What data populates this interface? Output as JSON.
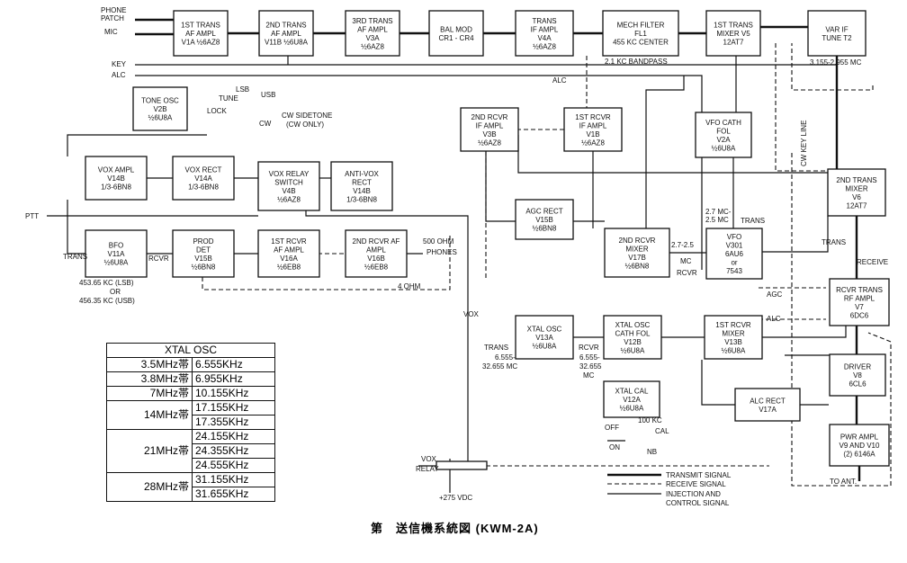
{
  "blocks": [
    {
      "id": "af1",
      "lines": [
        "1ST TRANS",
        "AF AMPL",
        "V1A  ½6AZ8"
      ]
    },
    {
      "id": "af2",
      "lines": [
        "2ND TRANS",
        "AF AMPL",
        "V11B  ½6U8A"
      ]
    },
    {
      "id": "af3",
      "lines": [
        "3RD TRANS",
        "AF AMPL",
        "V3A",
        "½6AZ8"
      ]
    },
    {
      "id": "balmod",
      "lines": [
        "BAL MOD",
        "CR1 - CR4"
      ]
    },
    {
      "id": "transif",
      "lines": [
        "TRANS",
        "IF AMPL",
        "V4A",
        "½6AZ8"
      ]
    },
    {
      "id": "mech",
      "lines": [
        "MECH FILTER",
        "FL1",
        "455 KC CENTER"
      ]
    },
    {
      "id": "mixer5",
      "lines": [
        "1ST TRANS",
        "MIXER V5",
        "12AT7"
      ]
    },
    {
      "id": "varif",
      "lines": [
        "VAR IF",
        "TUNE T2"
      ]
    },
    {
      "id": "toneosc",
      "lines": [
        "TONE OSC",
        "V2B",
        "½6U8A"
      ]
    },
    {
      "id": "rcvrif2",
      "lines": [
        "2ND RCVR",
        "IF AMPL",
        "V3B",
        "½6AZ8"
      ]
    },
    {
      "id": "rcvrif1",
      "lines": [
        "1ST RCVR",
        "IF AMPL",
        "V1B",
        "½6AZ8"
      ]
    },
    {
      "id": "vfocath",
      "lines": [
        "VFO CATH",
        "FOL",
        "V2A",
        "½6U8A"
      ]
    },
    {
      "id": "voxampl",
      "lines": [
        "VOX AMPL",
        "V14B",
        "1/3-6BN8"
      ]
    },
    {
      "id": "voxrect",
      "lines": [
        "VOX RECT",
        "V14A",
        "1/3-6BN8"
      ]
    },
    {
      "id": "voxrelay",
      "lines": [
        "VOX RELAY",
        "SWITCH",
        "V4B",
        "½6AZ8"
      ]
    },
    {
      "id": "antivox",
      "lines": [
        "ANTI-VOX",
        "RECT",
        "V14B",
        "1/3-6BN8"
      ]
    },
    {
      "id": "mixer6",
      "lines": [
        "2ND TRANS",
        "MIXER",
        "V6",
        "12AT7"
      ]
    },
    {
      "id": "agc",
      "lines": [
        "AGC RECT",
        "V15B",
        "½6BN8"
      ]
    },
    {
      "id": "bfo",
      "lines": [
        "BFO",
        "V11A",
        "½6U8A"
      ]
    },
    {
      "id": "proddet",
      "lines": [
        "PROD",
        "DET",
        "V15B",
        "½6BN8"
      ]
    },
    {
      "id": "rcvraf1",
      "lines": [
        "1ST RCVR",
        "AF AMPL",
        "V16A",
        "½6EB8"
      ]
    },
    {
      "id": "rcvraf2",
      "lines": [
        "2ND RCVR AF",
        "AMPL",
        "V16B",
        "½6EB8"
      ]
    },
    {
      "id": "rcvrmix2",
      "lines": [
        "2ND RCVR",
        "MIXER",
        "V17B",
        "½6BN8"
      ]
    },
    {
      "id": "vfo",
      "lines": [
        "VFO",
        "V301",
        "6AU6",
        "or",
        "7543"
      ]
    },
    {
      "id": "rfampl",
      "lines": [
        "RCVR TRANS",
        "RF AMPL",
        "V7",
        "6DC6"
      ]
    },
    {
      "id": "xtalosc",
      "lines": [
        "XTAL OSC",
        "V13A",
        "½6U8A"
      ]
    },
    {
      "id": "xtalcath",
      "lines": [
        "XTAL OSC",
        "CATH FOL",
        "V12B",
        "½6U8A"
      ]
    },
    {
      "id": "rcvrmix1",
      "lines": [
        "1ST RCVR",
        "MIXER",
        "V13B",
        "½6U8A"
      ]
    },
    {
      "id": "driver",
      "lines": [
        "DRIVER",
        "V8",
        "6CL6"
      ]
    },
    {
      "id": "xtalcal",
      "lines": [
        "XTAL CAL",
        "V12A",
        "½6U8A"
      ]
    },
    {
      "id": "alcrect",
      "lines": [
        "ALC RECT",
        "V17A"
      ]
    },
    {
      "id": "pwrampl",
      "lines": [
        "PWR AMPL",
        "V9 AND V10",
        "(2) 6146A"
      ]
    }
  ],
  "labels": {
    "phone_patch": "PHONE",
    "phone_patch2": "PATCH",
    "mic": "MIC",
    "key": "KEY",
    "alc": "ALC",
    "alc2": "ALC",
    "ptt": "PTT",
    "bandpass": "2.1 KC BANDPASS",
    "tune_range": "3.155-2.955 MC",
    "tune": "TUNE",
    "lsb": "LSB",
    "usb": "USB",
    "lock": "LOCK",
    "cw": "CW",
    "cw_sidetone": "CW SIDETONE",
    "cw_only": "(CW ONLY)",
    "cw_key_line": "CW KEY LINE",
    "trans_v6": "TRANS",
    "receive": "RECEIVE",
    "vfo_range1": "2.7 MC-",
    "vfo_range2": "2.5 MC",
    "vfo_trans": "TRANS",
    "mix_range1": "2.7-2.5",
    "mix_range2": "MC",
    "rcvr_mix": "RCVR",
    "agc_lbl": "AGC",
    "alc_rf": "ALC",
    "trans_bfo": "TRANS",
    "rcvr_bfo": "RCVR",
    "bfo_freq1": "453.65 KC (LSB)",
    "bfo_freq2": "OR",
    "bfo_freq3": "456.35 KC (USB)",
    "ohm500": "500 OHM",
    "phones": "PHONES",
    "ohm4": "4 OHM",
    "vox": "VOX",
    "trans_xtal": "TRANS",
    "xtal_range1": "6.555-",
    "xtal_range2": "32.655 MC",
    "rcvr_xtal": "RCVR",
    "rcvr_range1": "6.555-",
    "rcvr_range2": "32.655",
    "rcvr_range3": "MC",
    "off": "OFF",
    "on": "ON",
    "kc100": "100 KC",
    "cal": "CAL",
    "nb": "NB",
    "vox_relay1": "VOX",
    "vox_relay2": "RELAY",
    "vdc": "+275 VDC",
    "to_ant": "TO ANT.",
    "legend_transmit": "TRANSMIT SIGNAL",
    "legend_receive": "RECEIVE SIGNAL",
    "legend_inj1": "INJECTION AND",
    "legend_inj2": "CONTROL SIGNAL"
  },
  "xtal_table": {
    "title": "XTAL OSC",
    "rows": [
      {
        "band": "3.5MHz帯",
        "freqs": [
          "6.555KHz"
        ]
      },
      {
        "band": "3.8MHz帯",
        "freqs": [
          "6.955KHz"
        ]
      },
      {
        "band": "7MHz帯",
        "freqs": [
          "10.155KHz"
        ]
      },
      {
        "band": "14MHz帯",
        "freqs": [
          "17.155KHz",
          "17.355KHz"
        ]
      },
      {
        "band": "21MHz帯",
        "freqs": [
          "24.155KHz",
          "24.355KHz",
          "24.555KHz"
        ]
      },
      {
        "band": "28MHz帯",
        "freqs": [
          "31.155KHz",
          "31.655KHz"
        ]
      }
    ]
  },
  "caption": "第　送信機系統図 (KWM-2A)"
}
